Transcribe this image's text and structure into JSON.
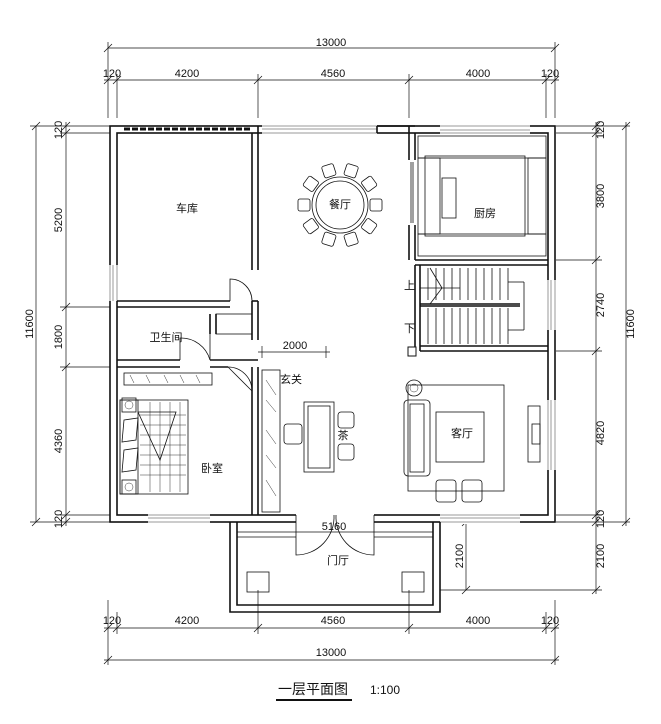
{
  "title": "一层平面图",
  "scale": "1:100",
  "dims": {
    "top_total": "13000",
    "top_segments": [
      "120",
      "4200",
      "4560",
      "4000",
      "120"
    ],
    "bottom_total": "13000",
    "bottom_segments": [
      "120",
      "4200",
      "4560",
      "4000",
      "120"
    ],
    "left_total": "11600",
    "left_segments": [
      "120",
      "5200",
      "1800",
      "4360",
      "120"
    ],
    "right_total": "11600",
    "right_segments": [
      "120",
      "3800",
      "2740",
      "4820",
      "120"
    ],
    "right_extra": "2100",
    "porch_side": "2100",
    "interior_2000": "2000",
    "interior_5160": "5160"
  },
  "rooms": {
    "garage": "车库",
    "dining": "餐厅",
    "kitchen": "厨房",
    "bathroom": "卫生间",
    "foyer": "玄关",
    "living": "客厅",
    "bedroom": "卧室",
    "porch": "门厅",
    "stair_up": "上",
    "stair_down": "下",
    "tea": "茶"
  }
}
